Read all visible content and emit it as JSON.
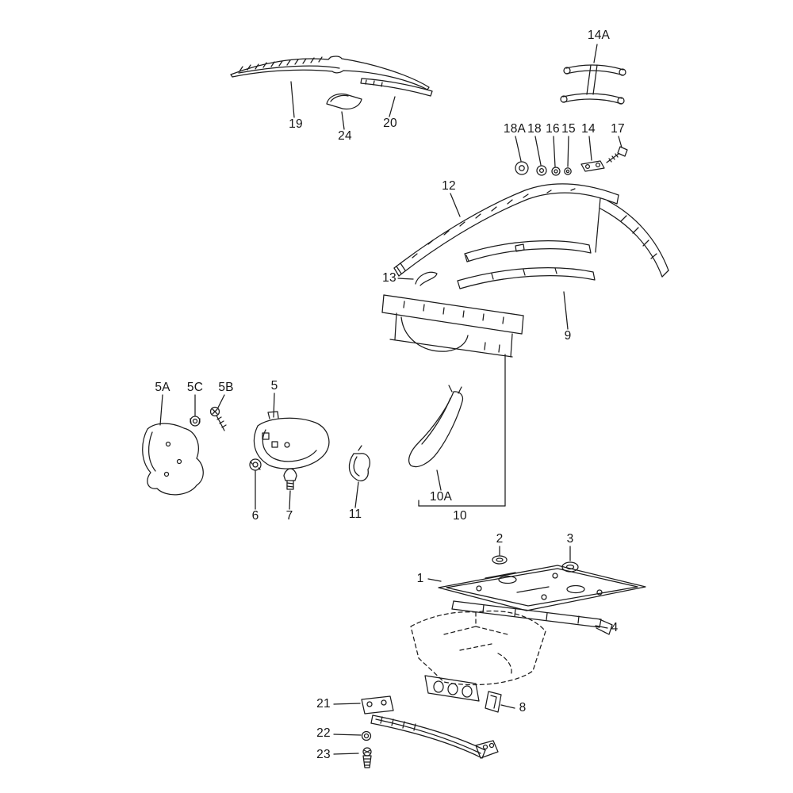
{
  "diagram": {
    "background_color": "#ffffff",
    "line_color": "#1c1c1c",
    "callouts": [
      {
        "label": "14A"
      },
      {
        "label": "19"
      },
      {
        "label": "24"
      },
      {
        "label": "20"
      },
      {
        "label": "18A"
      },
      {
        "label": "18"
      },
      {
        "label": "16"
      },
      {
        "label": "15"
      },
      {
        "label": "14"
      },
      {
        "label": "17"
      },
      {
        "label": "12"
      },
      {
        "label": "13"
      },
      {
        "label": "9"
      },
      {
        "label": "5A"
      },
      {
        "label": "5C"
      },
      {
        "label": "5B"
      },
      {
        "label": "5"
      },
      {
        "label": "6"
      },
      {
        "label": "7"
      },
      {
        "label": "11"
      },
      {
        "label": "10A"
      },
      {
        "label": "10"
      },
      {
        "label": "2"
      },
      {
        "label": "3"
      },
      {
        "label": "1"
      },
      {
        "label": "4"
      },
      {
        "label": "8"
      },
      {
        "label": "21"
      },
      {
        "label": "22"
      },
      {
        "label": "23"
      }
    ]
  }
}
